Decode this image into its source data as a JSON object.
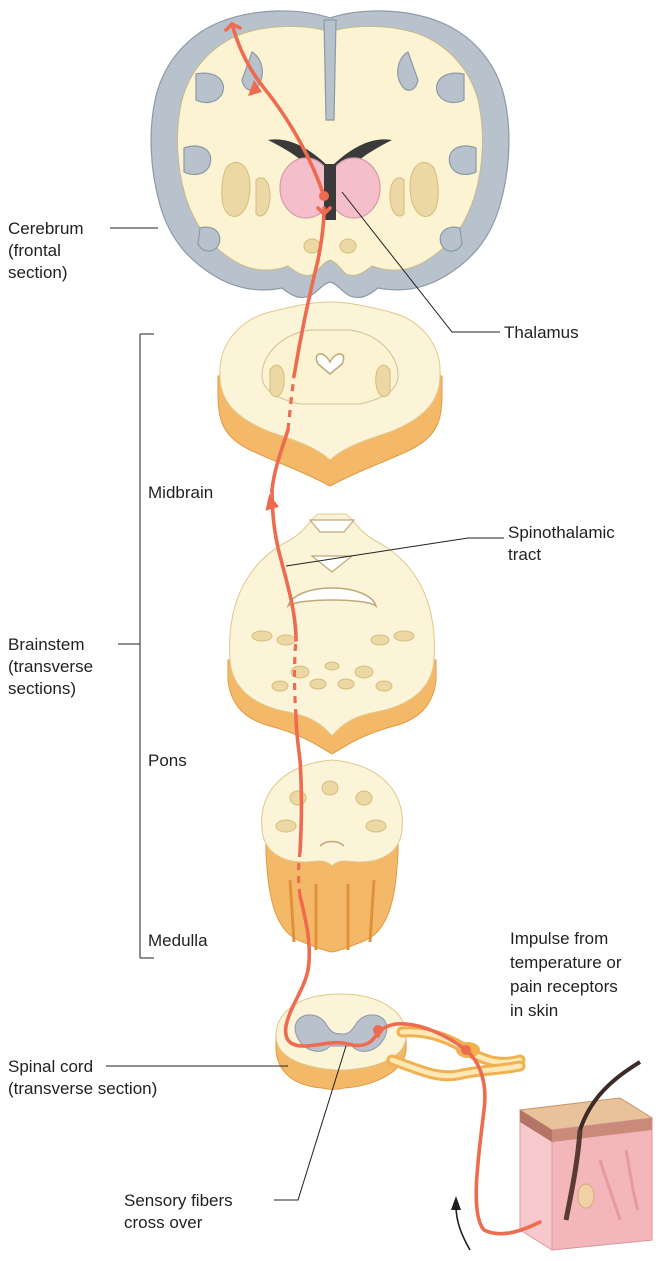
{
  "labels": {
    "cerebrum": [
      "Cerebrum",
      "(frontal",
      "section)"
    ],
    "thalamus": "Thalamus",
    "midbrain": "Midbrain",
    "spinothalamic": [
      "Spinothalamic",
      "tract"
    ],
    "brainstem": [
      "Brainstem",
      "(transverse",
      "sections)"
    ],
    "pons": "Pons",
    "medulla": "Medulla",
    "impulse": [
      "Impulse from",
      "temperature or",
      "pain receptors",
      "in skin"
    ],
    "spinal_cord": [
      "Spinal cord",
      "(transverse section)"
    ],
    "sensory_fibers": [
      "Sensory fibers",
      "cross over"
    ]
  },
  "colors": {
    "tract": "#ef6b4f",
    "cortex_gray": "#b8c2cc",
    "white_matter": "#fbf3d2",
    "section_side": "#f4b968",
    "thalamus": "#f4bfcb",
    "ventricle_dark": "#3a3a3a"
  }
}
